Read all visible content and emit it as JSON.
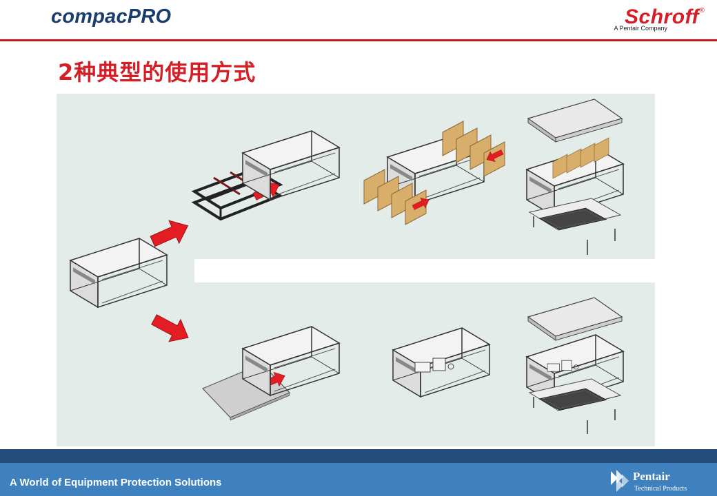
{
  "header": {
    "title": "compacPRO",
    "brand_name": "Schroff",
    "brand_registered": "®",
    "brand_tagline": "A Pentair Company"
  },
  "slide": {
    "title": "2种典型的使用方式"
  },
  "footer": {
    "tagline": "A World of Equipment Protection Solutions",
    "logo_name": "Pentair",
    "logo_sub": "Technical Products"
  },
  "colors": {
    "accent_red": "#d41f26",
    "header_blue": "#1a3d6e",
    "footer_dark": "#234e7c",
    "footer_light": "#3f81be",
    "panel": "#e4ece9"
  },
  "figure": {
    "icons": [
      "base-case-icon",
      "arrow-icon",
      "card-guide-frame-icon",
      "pcb-card-icon",
      "cover-panel-icon",
      "mounting-plate-icon",
      "electronics-module-icon",
      "vent-grille-icon"
    ]
  }
}
